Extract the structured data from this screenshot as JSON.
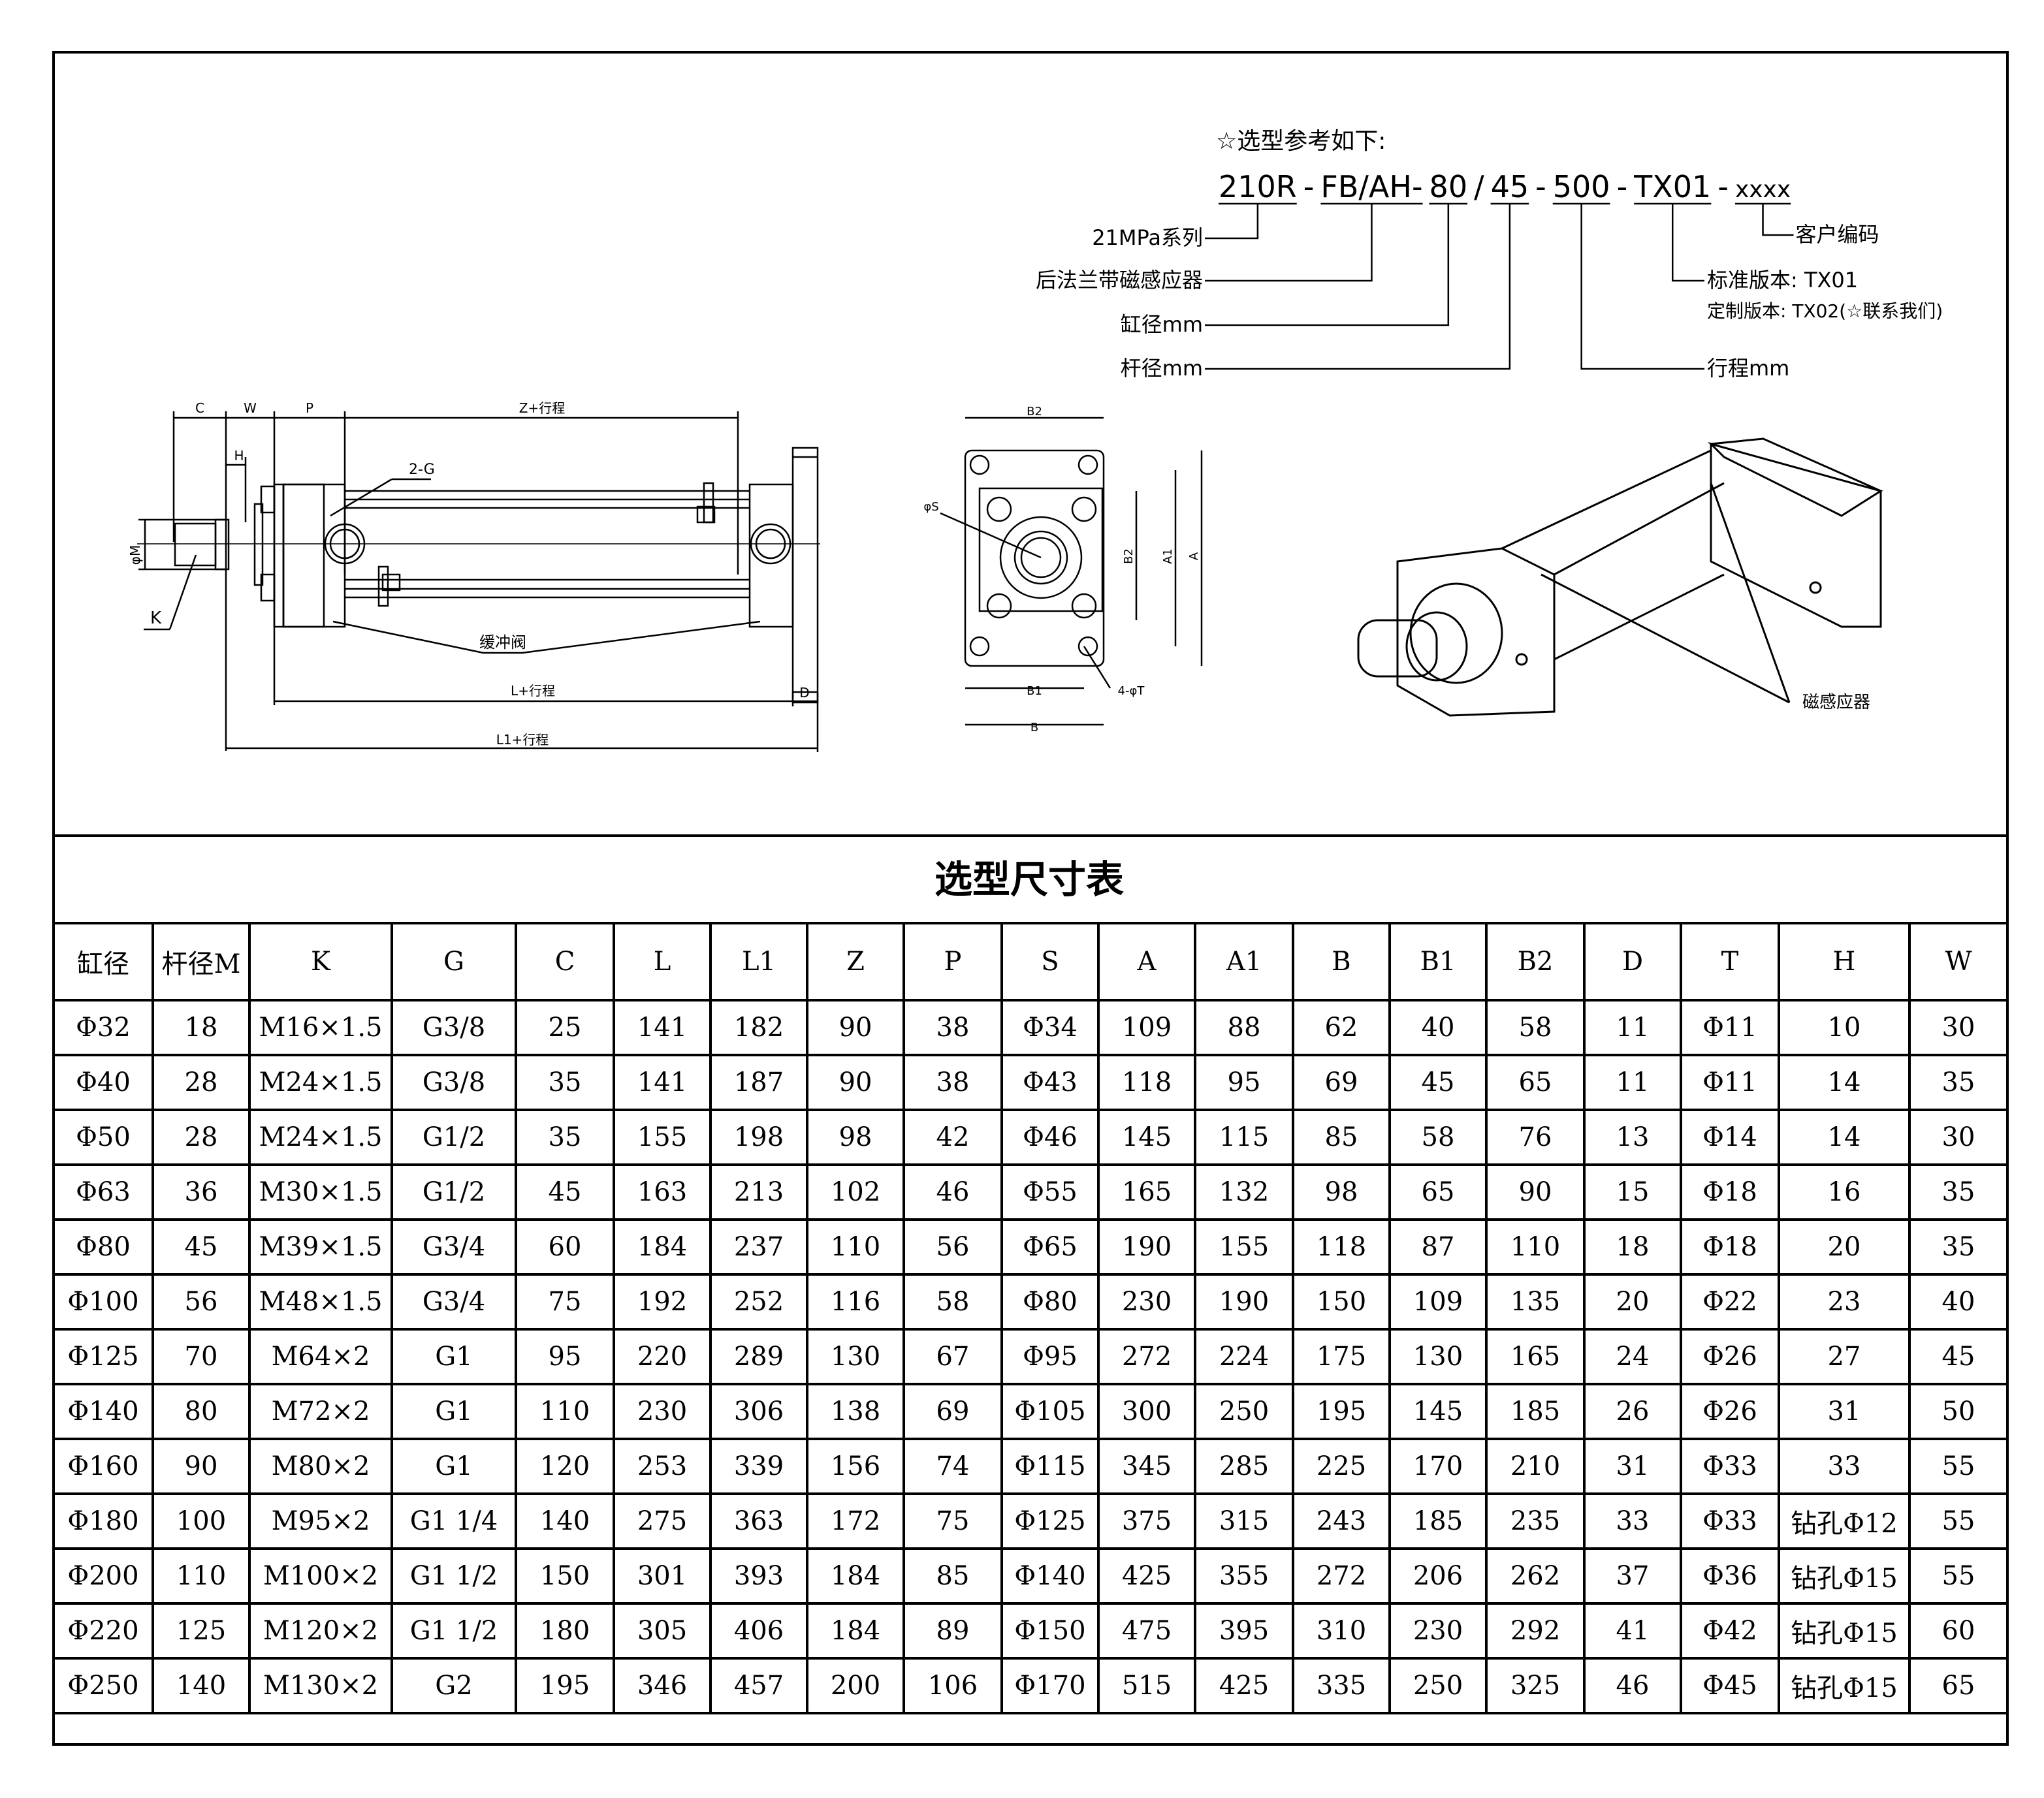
{
  "selection_guide": {
    "heading": "☆选型参考如下:",
    "code_parts": [
      "210R",
      "-",
      "FB/AH-",
      "80",
      "/",
      "45",
      "-",
      "500",
      "-",
      "TX01",
      "-",
      "xxxx"
    ],
    "labels": {
      "series": "21MPa系列",
      "mount": "后法兰带磁感应器",
      "bore": "缸径mm",
      "rod": "杆径mm",
      "stroke": "行程mm",
      "customer_code": "客户编码",
      "standard_version": "标准版本: TX01",
      "custom_version": "定制版本: TX02(☆联系我们)"
    }
  },
  "side_view": {
    "dims": {
      "C": "C",
      "W": "W",
      "P": "P",
      "Z": "Z+行程",
      "H": "H",
      "M": "φM",
      "K": "K",
      "G": "2-G",
      "L": "L+行程",
      "L1": "L1+行程",
      "D": "D"
    },
    "cushion_valve": "缓冲阀"
  },
  "front_view": {
    "dims": {
      "B2_top": "B2",
      "S": "φS",
      "B2_side": "B2",
      "A1": "A1",
      "A": "A",
      "B1": "B1",
      "B": "B",
      "T": "4-φT"
    }
  },
  "iso_view": {
    "sensor": "磁感应器"
  },
  "table": {
    "title": "选型尺寸表",
    "headers": [
      "缸径",
      "杆径M",
      "K",
      "G",
      "C",
      "L",
      "L1",
      "Z",
      "P",
      "S",
      "A",
      "A1",
      "B",
      "B1",
      "B2",
      "D",
      "T",
      "H",
      "W"
    ],
    "rows": [
      [
        "Φ32",
        "18",
        "M16×1.5",
        "G3/8",
        "25",
        "141",
        "182",
        "90",
        "38",
        "Φ34",
        "109",
        "88",
        "62",
        "40",
        "58",
        "11",
        "Φ11",
        "10",
        "30"
      ],
      [
        "Φ40",
        "28",
        "M24×1.5",
        "G3/8",
        "35",
        "141",
        "187",
        "90",
        "38",
        "Φ43",
        "118",
        "95",
        "69",
        "45",
        "65",
        "11",
        "Φ11",
        "14",
        "35"
      ],
      [
        "Φ50",
        "28",
        "M24×1.5",
        "G1/2",
        "35",
        "155",
        "198",
        "98",
        "42",
        "Φ46",
        "145",
        "115",
        "85",
        "58",
        "76",
        "13",
        "Φ14",
        "14",
        "30"
      ],
      [
        "Φ63",
        "36",
        "M30×1.5",
        "G1/2",
        "45",
        "163",
        "213",
        "102",
        "46",
        "Φ55",
        "165",
        "132",
        "98",
        "65",
        "90",
        "15",
        "Φ18",
        "16",
        "35"
      ],
      [
        "Φ80",
        "45",
        "M39×1.5",
        "G3/4",
        "60",
        "184",
        "237",
        "110",
        "56",
        "Φ65",
        "190",
        "155",
        "118",
        "87",
        "110",
        "18",
        "Φ18",
        "20",
        "35"
      ],
      [
        "Φ100",
        "56",
        "M48×1.5",
        "G3/4",
        "75",
        "192",
        "252",
        "116",
        "58",
        "Φ80",
        "230",
        "190",
        "150",
        "109",
        "135",
        "20",
        "Φ22",
        "23",
        "40"
      ],
      [
        "Φ125",
        "70",
        "M64×2",
        "G1",
        "95",
        "220",
        "289",
        "130",
        "67",
        "Φ95",
        "272",
        "224",
        "175",
        "130",
        "165",
        "24",
        "Φ26",
        "27",
        "45"
      ],
      [
        "Φ140",
        "80",
        "M72×2",
        "G1",
        "110",
        "230",
        "306",
        "138",
        "69",
        "Φ105",
        "300",
        "250",
        "195",
        "145",
        "185",
        "26",
        "Φ26",
        "31",
        "50"
      ],
      [
        "Φ160",
        "90",
        "M80×2",
        "G1",
        "120",
        "253",
        "339",
        "156",
        "74",
        "Φ115",
        "345",
        "285",
        "225",
        "170",
        "210",
        "31",
        "Φ33",
        "33",
        "55"
      ],
      [
        "Φ180",
        "100",
        "M95×2",
        "G1 1/4",
        "140",
        "275",
        "363",
        "172",
        "75",
        "Φ125",
        "375",
        "315",
        "243",
        "185",
        "235",
        "33",
        "Φ33",
        "钻孔Φ12",
        "55"
      ],
      [
        "Φ200",
        "110",
        "M100×2",
        "G1 1/2",
        "150",
        "301",
        "393",
        "184",
        "85",
        "Φ140",
        "425",
        "355",
        "272",
        "206",
        "262",
        "37",
        "Φ36",
        "钻孔Φ15",
        "55"
      ],
      [
        "Φ220",
        "125",
        "M120×2",
        "G1 1/2",
        "180",
        "305",
        "406",
        "184",
        "89",
        "Φ150",
        "475",
        "395",
        "310",
        "230",
        "292",
        "41",
        "Φ42",
        "钻孔Φ15",
        "60"
      ],
      [
        "Φ250",
        "140",
        "M130×2",
        "G2",
        "195",
        "346",
        "457",
        "200",
        "106",
        "Φ170",
        "515",
        "425",
        "335",
        "250",
        "325",
        "46",
        "Φ45",
        "钻孔Φ15",
        "65"
      ]
    ]
  }
}
